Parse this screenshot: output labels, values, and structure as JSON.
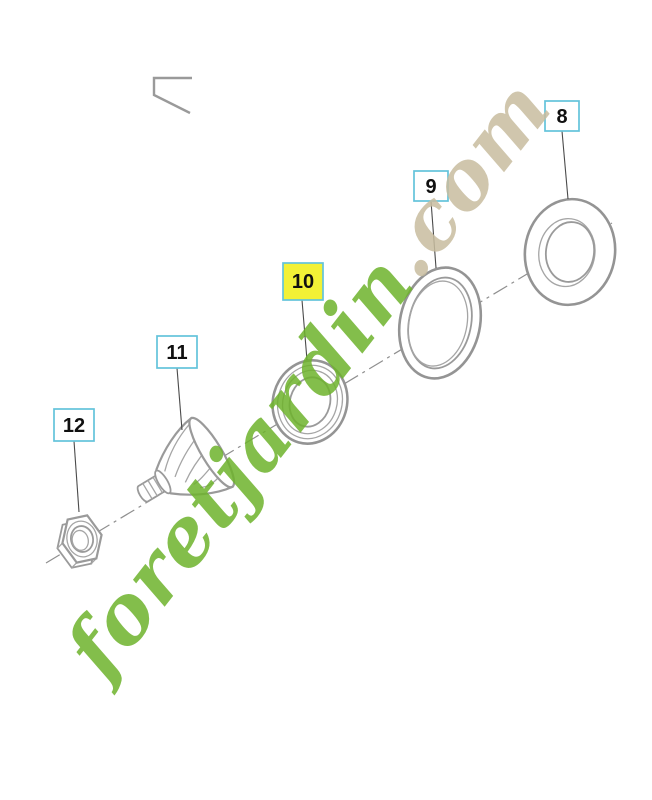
{
  "watermark": {
    "primary": "foretjardin",
    "secondary": ".com",
    "primary_color": "#6eb32c",
    "secondary_color": "#c8bd9f"
  },
  "labels": [
    {
      "id": "8",
      "highlighted": false
    },
    {
      "id": "9",
      "highlighted": false
    },
    {
      "id": "10",
      "highlighted": true
    },
    {
      "id": "11",
      "highlighted": false
    },
    {
      "id": "12",
      "highlighted": false
    }
  ],
  "colors": {
    "label_border": "#63c3db",
    "label_background": "#ffffff",
    "highlight_background": "#f2f136",
    "part_outline": "#9a9a9a",
    "centerline": "#8f8f8f"
  }
}
